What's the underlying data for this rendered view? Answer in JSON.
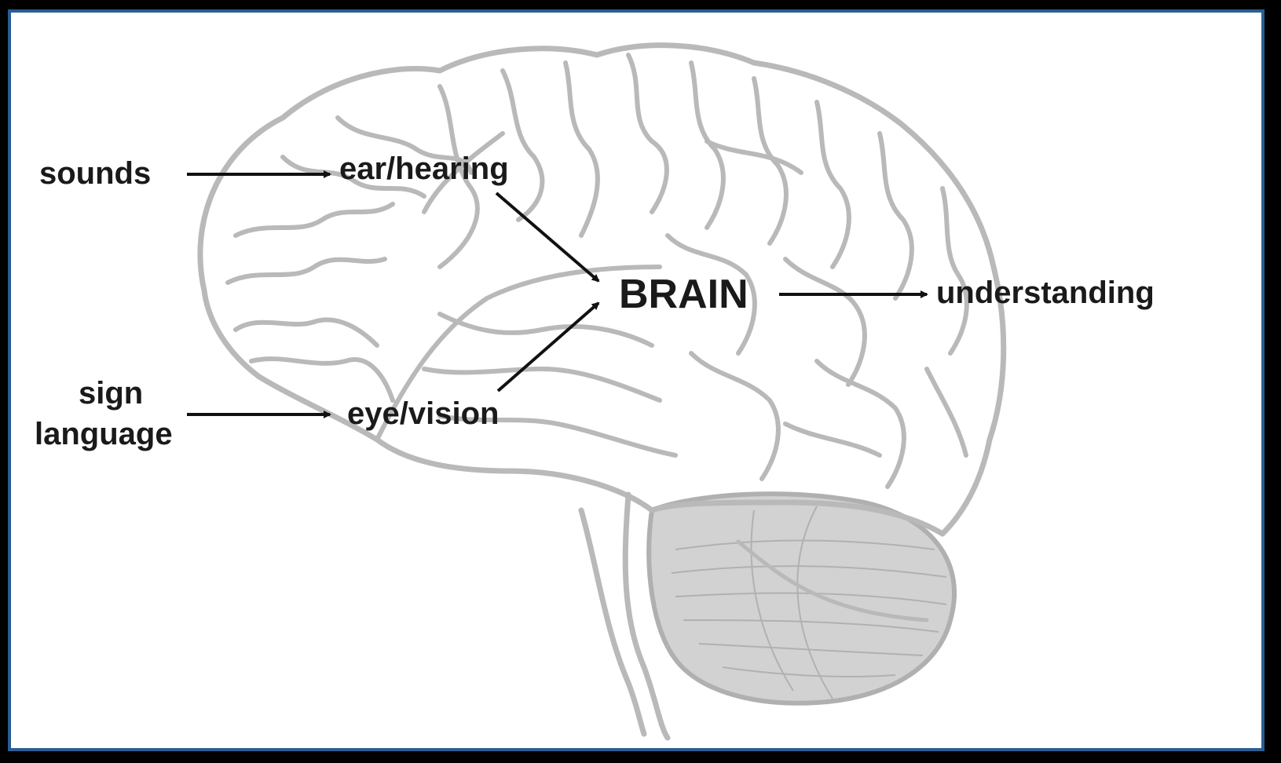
{
  "labels": {
    "sounds": "sounds",
    "ear_hearing": "ear/hearing",
    "brain": "BRAIN",
    "understanding": "understanding",
    "sign": "sign",
    "language": "language",
    "eye_vision": "eye/vision"
  },
  "colors": {
    "frame_border": "#2a5d93",
    "brain_outline": "#b9b9b9",
    "cerebellum": "#cfcfcf",
    "text": "#1a1a1a"
  },
  "icons": [
    "brain-illustration-icon"
  ]
}
